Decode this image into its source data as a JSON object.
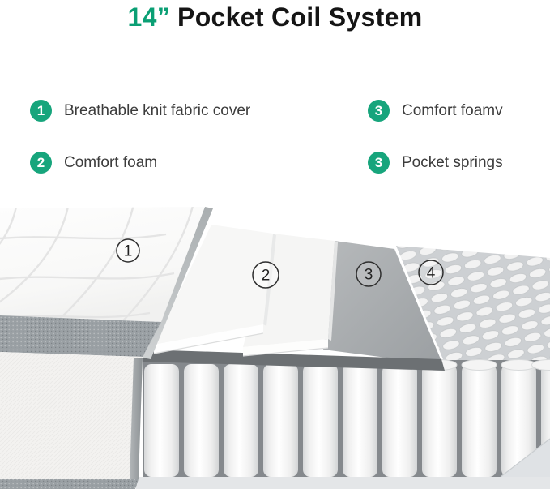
{
  "title": {
    "inches": "14”",
    "text": "Pocket Coil System"
  },
  "colors": {
    "accent_green": "#0a9f74",
    "badge_green": "#17a57c",
    "title_black": "#151515",
    "feature_text": "#3c3c3c"
  },
  "features": [
    {
      "badge": "1",
      "label": "Breathable knit fabric cover"
    },
    {
      "badge": "2",
      "label": "Comfort foam"
    },
    {
      "badge": "3",
      "label": "Comfort foamv"
    },
    {
      "badge": "3",
      "label": "Pocket springs"
    }
  ],
  "diagram": {
    "callouts": [
      {
        "number": "1"
      },
      {
        "number": "2"
      },
      {
        "number": "3"
      },
      {
        "number": "4"
      }
    ]
  }
}
